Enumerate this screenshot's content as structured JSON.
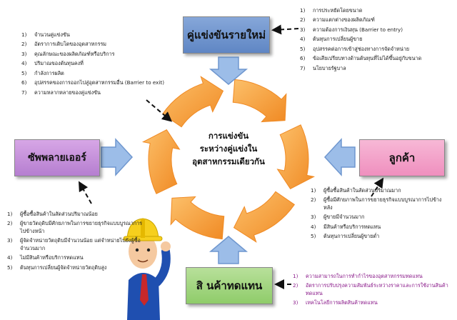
{
  "boxes": {
    "new_entrants": "คู่แข่งขันรายใหม่",
    "suppliers": "ซัพพลายเออร์",
    "customers": "ลูกค้า",
    "substitutes": "สิ นค้าทดแทน"
  },
  "center": {
    "line1": "การแข่งขัน",
    "line2": "ระหว่างคู่แข่งใน",
    "line3": "อุตสาหกรรมเดียวกัน"
  },
  "left_list": [
    {
      "n": "1)",
      "t": "จำนวนคู่แข่งขัน"
    },
    {
      "n": "2)",
      "t": "อัตราการเติบโตของอุตสาหกรรม"
    },
    {
      "n": "3)",
      "t": "คุณลักษณะของผลิตภัณฑ์หรือบริการ"
    },
    {
      "n": "4)",
      "t": "ปริมาณของต้นทุนคงที่"
    },
    {
      "n": "5)",
      "t": "กำลังการผลิต"
    },
    {
      "n": "6)",
      "t": "อุปสรรคของการออกไปสู่อุตสาหกรรมอื่น (Barrier to exit)"
    },
    {
      "n": "7)",
      "t": "ความหลากหลายของคู่แข่งขัน"
    }
  ],
  "right_list": [
    {
      "n": "1)",
      "t": "การประหยัดโดยขนาด"
    },
    {
      "n": "2)",
      "t": "ความแตกต่างของผลิตภัณฑ์"
    },
    {
      "n": "3)",
      "t": "ความต้องการเงินทุน (Barrier to entry)"
    },
    {
      "n": "4)",
      "t": "ต้นทุนการเปลี่ยนผู้ขาย"
    },
    {
      "n": "5)",
      "t": "อุปสรรคต่อการเข้าสู่ช่องทางการจัดจำหน่าย"
    },
    {
      "n": "6)",
      "t": "ข้อเสียเปรียบทางด้านต้นทุนที่ไม่ได้ขึ้นอยู่กับขนาด"
    },
    {
      "n": "7)",
      "t": "นโยบายรัฐบาล"
    }
  ],
  "supplier_list": [
    {
      "n": "1)",
      "t": "ผู้ซื้อซื้อสินค้าในสัดส่วนปริมาณน้อย"
    },
    {
      "n": "2)",
      "t": "ผู้ขายวัตถุดิบมีศักยภาพในการขยายธุรกิจแบบบูรณาการไปข้างหน้า"
    },
    {
      "n": "3)",
      "t": "ผู้จัดจำหน่ายวัตถุดิบมีจำนวนน้อย แต่จำหน่ายไปยังผู้ซื้อจำนวนมาก"
    },
    {
      "n": "4)",
      "t": "ไม่มีสินค้าหรือบริการทดแทน"
    },
    {
      "n": "5)",
      "t": "ต้นทุนการเปลี่ยนผู้จัดจำหน่ายวัตถุดิบสูง"
    }
  ],
  "customer_list": [
    {
      "n": "1)",
      "t": "ผู้ซื้อซื้อสินค้าในสัดส่วนปริมาณมาก"
    },
    {
      "n": "2)",
      "t": "ผู้ซื้อมีศักยภาพในการขยายธุรกิจแบบบูรณาการไปข้างหลัง"
    },
    {
      "n": "3)",
      "t": "ผู้ขายมีจำนวนมาก"
    },
    {
      "n": "4)",
      "t": "มีสินค้าหรือบริการทดแทน"
    },
    {
      "n": "5)",
      "t": "ต้นทุนการเปลี่ยนผู้ขายต่ำ"
    }
  ],
  "substitute_list": [
    {
      "n": "1)",
      "t": "ความสามารถในการทำกำไรของอุตสาหกรรมทดแทน"
    },
    {
      "n": "2)",
      "t": "อัตราการปรับปรุงความสัมพันธ์ระหว่างราคาและการใช้งานสินค้าทดแทน"
    },
    {
      "n": "3)",
      "t": "เทคโนโลยีการผลิตสินค้าทดแทน"
    }
  ],
  "colors": {
    "ring": "#f08a24",
    "ring_light": "#fcc06a",
    "block_arrow": "#9cbde8",
    "block_arrow_stroke": "#6f97cf"
  }
}
